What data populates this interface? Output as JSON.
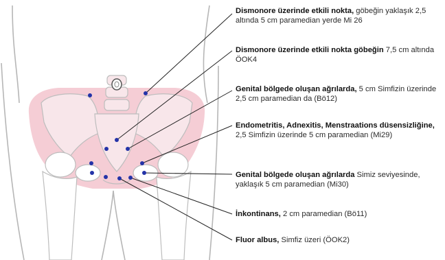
{
  "colors": {
    "pelvis_fill": "#f5cdd5",
    "bone_fill": "#f8e6ea",
    "outline": "#b6b6b6",
    "point": "#2433a8",
    "leader": "#222222"
  },
  "labels": [
    {
      "bold": "Dismonore üzerinde etkili nokta,",
      "text": " göbeğin yaklaşık 2,5 altında 5 cm paramedian yerde Mi 26"
    },
    {
      "bold": "Dismonore üzerinde etkili nokta göbeğin",
      "text": " 7,5 cm altında ÖOK4"
    },
    {
      "bold": "Genital bölgede oluşan ağrılarda,",
      "text": " 5 cm Simfizin üzerinde 2,5 cm paramedian da (Bö12)"
    },
    {
      "bold": "Endometritis, Adnexitis, Menstraations düsensizliğine,",
      "text": " 2,5 Simfizin üzerinde 5 cm paramedian (Mi29)"
    },
    {
      "bold": "Genital bölgede oluşan ağrılarda",
      "text": " Simiz seviyesinde, yaklaşık 5 cm paramedian (Mi30)"
    },
    {
      "bold": "İnkontinans,",
      "text": " 2 cm paramedian (Bö11)"
    },
    {
      "bold": "Fluor albus,",
      "text": " Simfiz üzeri (ÖOK2)"
    }
  ]
}
